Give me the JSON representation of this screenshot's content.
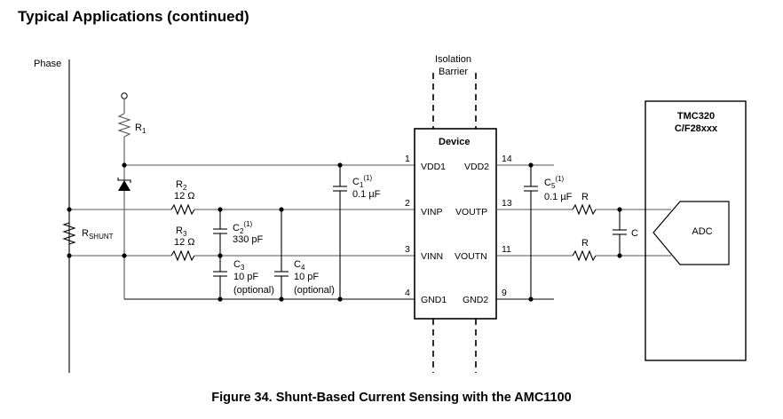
{
  "page": {
    "section_title": "Typical Applications (continued)",
    "figure_caption": "Figure 34.  Shunt-Based Current Sensing with the AMC1100"
  },
  "labels": {
    "phase": "Phase",
    "isolation_barrier_line1": "Isolation",
    "isolation_barrier_line2": "Barrier"
  },
  "components": {
    "r1": {
      "name": "R",
      "sub": "1"
    },
    "r2": {
      "name": "R",
      "sub": "2",
      "value": "12 Ω"
    },
    "r3": {
      "name": "R",
      "sub": "3",
      "value": "12 Ω"
    },
    "rshunt": {
      "name": "R",
      "sub": "SHUNT"
    },
    "c1": {
      "name": "C",
      "sub": "1",
      "note": "(1)",
      "value": "0.1 µF"
    },
    "c2": {
      "name": "C",
      "sub": "2",
      "note": "(1)",
      "value": "330 pF"
    },
    "c3": {
      "name": "C",
      "sub": "3",
      "value": "10 pF",
      "extra": "(optional)"
    },
    "c4": {
      "name": "C",
      "sub": "4",
      "value": "10 pF",
      "extra": "(optional)"
    },
    "c5": {
      "name": "C",
      "sub": "5",
      "note": "(1)",
      "value": "0.1 µF"
    },
    "r_out_p": {
      "name": "R"
    },
    "r_out_n": {
      "name": "R"
    },
    "c_filter": {
      "name": "C"
    }
  },
  "device": {
    "title": "Device",
    "pins_left": [
      {
        "num": "1",
        "name": "VDD1"
      },
      {
        "num": "2",
        "name": "VINP"
      },
      {
        "num": "3",
        "name": "VINN"
      },
      {
        "num": "4",
        "name": "GND1"
      }
    ],
    "pins_right": [
      {
        "num": "14",
        "name": "VDD2"
      },
      {
        "num": "13",
        "name": "VOUTP"
      },
      {
        "num": "11",
        "name": "VOUTN"
      },
      {
        "num": "9",
        "name": "GND2"
      }
    ]
  },
  "mcu": {
    "title_line1": "TMC320",
    "title_line2": "C/F28xxx",
    "adc_label": "ADC"
  }
}
